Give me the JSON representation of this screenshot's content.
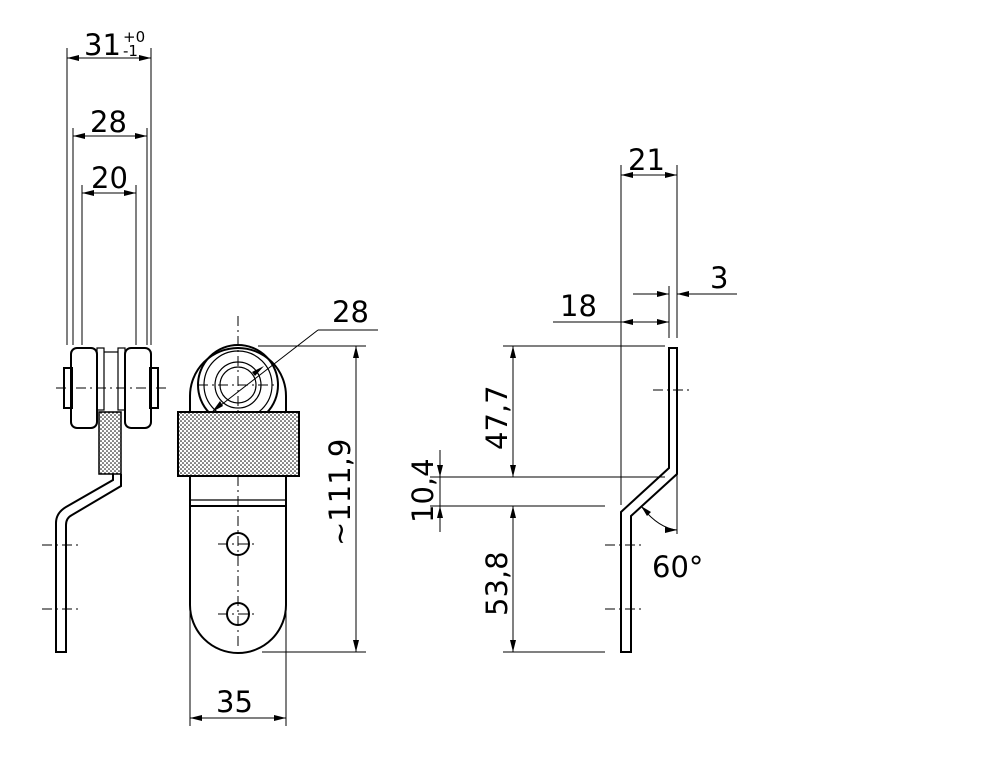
{
  "dimensions": {
    "side_width_total": "31",
    "side_tol_upper": "+0",
    "side_tol_lower": "-1",
    "side_width_mid": "28",
    "side_width_inner": "20",
    "wheel_diameter": "28",
    "overall_height": "~111,9",
    "plate_width": "35",
    "top_width": "21",
    "thickness": "3",
    "inner_offset": "18",
    "upper_length": "47,7",
    "offset_height": "10,4",
    "lower_length": "53,8",
    "bend_angle": "60°"
  }
}
